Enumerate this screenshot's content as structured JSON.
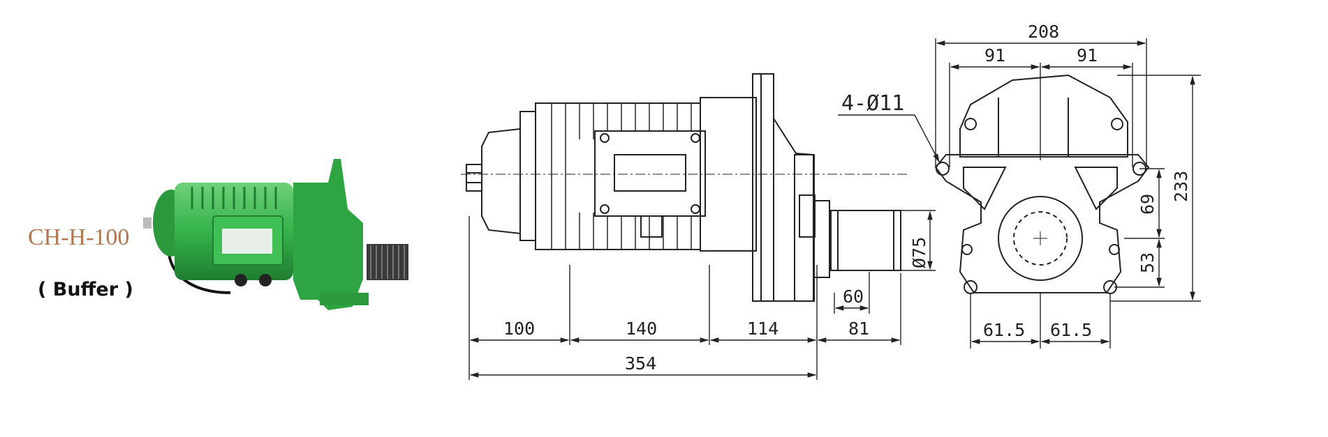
{
  "product": {
    "model": "CH-H-100",
    "variant": "( Buffer )",
    "colors": {
      "motor_body": "#35b24a",
      "model_text": "#b07850",
      "line": "#222222"
    }
  },
  "side_view": {
    "dimensions": {
      "d100": "100",
      "d140": "140",
      "d114": "114",
      "d81": "81",
      "total": "354",
      "shaft_length": "60",
      "shaft_diameter": "Ø75"
    }
  },
  "front_view": {
    "dimensions": {
      "overall_width": "208",
      "half_left": "91",
      "half_right": "91",
      "height": "233",
      "v69": "69",
      "v53": "53",
      "h_left": "61.5",
      "h_right": "61.5",
      "holes": "4-Ø11"
    }
  }
}
